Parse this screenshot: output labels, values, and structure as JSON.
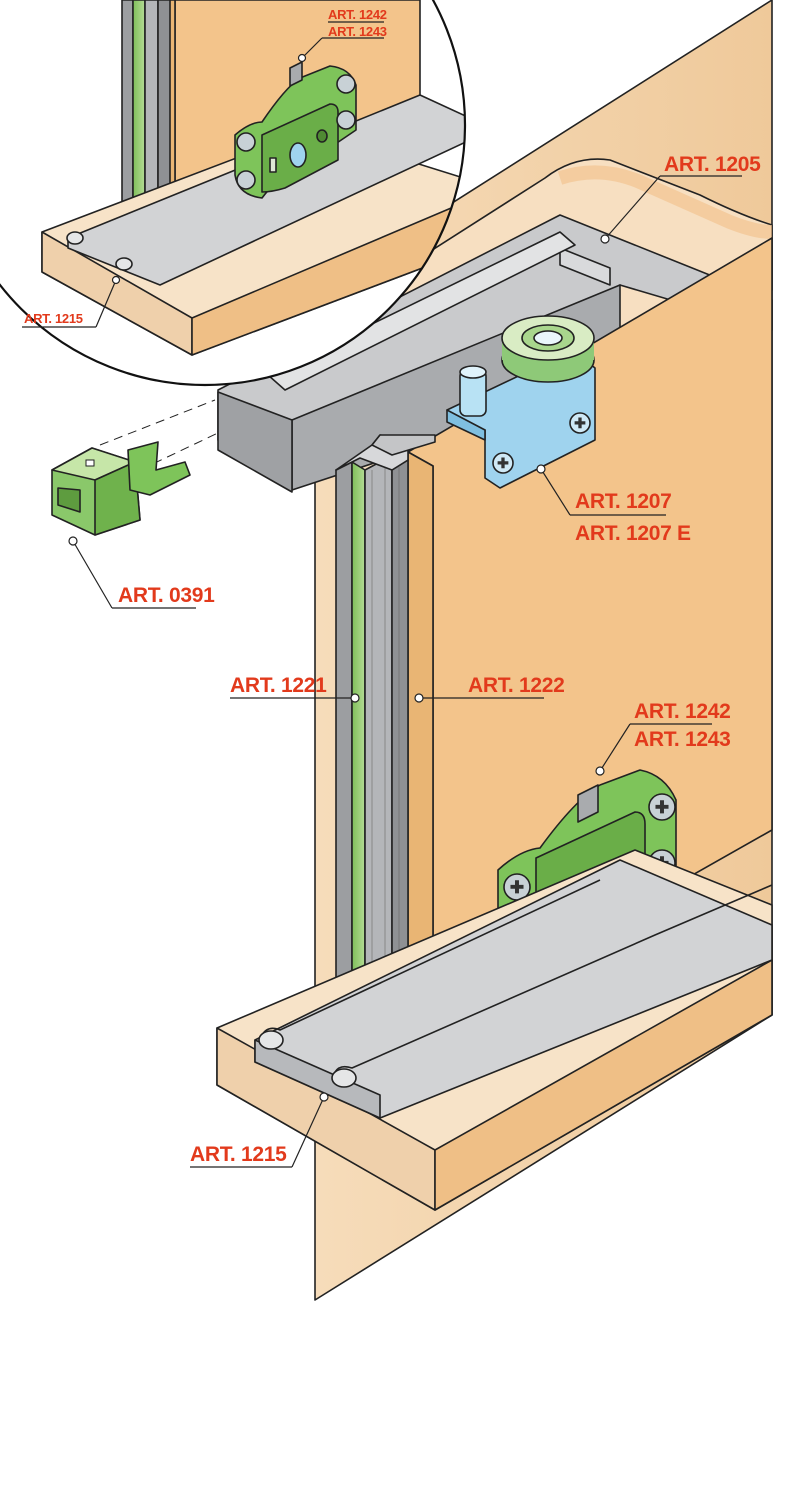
{
  "labels": {
    "art_1205": "ART. 1205",
    "art_1207": "ART. 1207",
    "art_1207e": "ART. 1207 E",
    "art_0391": "ART. 0391",
    "art_1221": "ART. 1221",
    "art_1222": "ART. 1222",
    "art_1242": "ART. 1242",
    "art_1243": "ART. 1243",
    "art_1215": "ART. 1215"
  },
  "inset_labels": {
    "art_1242": "ART. 1242",
    "art_1243": "ART. 1243",
    "art_1215": "ART. 1215"
  },
  "colors": {
    "label_red": "#e23a1c",
    "panel_orange": "#f3c48b",
    "base_wood": "#f5d6b0",
    "aluminium": "#b8b9bb",
    "plastic_green": "#7ec45a",
    "bracket_blue": "#9fd3ee"
  }
}
